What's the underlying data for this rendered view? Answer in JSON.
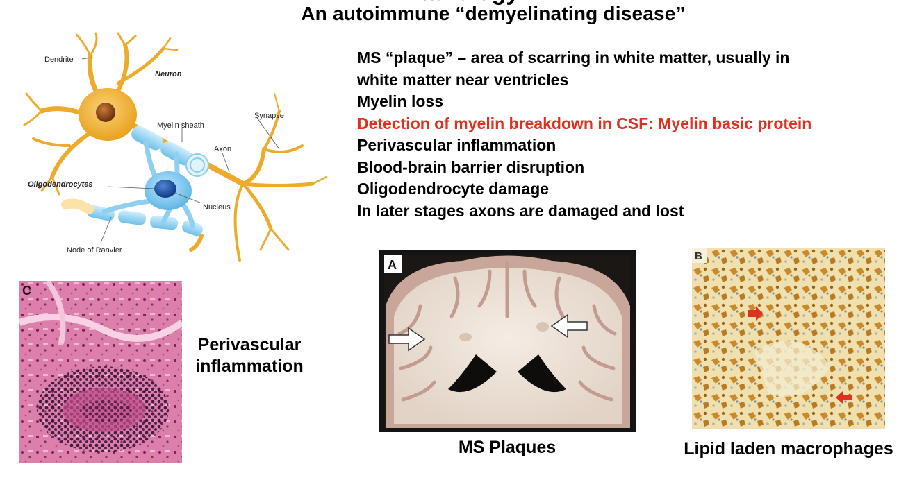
{
  "slide": {
    "title_partial": "Pathology",
    "subtitle": "An autoimmune “demyelinating disease”",
    "bullets": [
      {
        "text": "MS “plaque” – area of scarring in white matter, usually in\nwhite matter near ventricles",
        "highlight": false
      },
      {
        "text": "Myelin loss",
        "highlight": false
      },
      {
        "text": "Detection of myelin breakdown in CSF: Myelin basic protein",
        "highlight": true
      },
      {
        "text": "Perivascular inflammation",
        "highlight": false
      },
      {
        "text": "Blood-brain barrier disruption",
        "highlight": false
      },
      {
        "text": "Oligodendrocyte damage",
        "highlight": false
      },
      {
        "text": "In later stages axons are damaged and lost",
        "highlight": false
      }
    ],
    "highlight_color": "#e0301e"
  },
  "neuron_diagram": {
    "labels": {
      "dendrite": "Dendrite",
      "neuron": "Neuron",
      "myelin_sheath": "Myelin sheath",
      "synapse": "Synapse",
      "axon": "Axon",
      "oligodendrocytes": "Oligodendrocytes",
      "nucleus": "Nucleus",
      "node_of_ranvier": "Node of Ranvier"
    }
  },
  "panels": {
    "perivascular": {
      "caption_line1": "Perivascular",
      "caption_line2": "inflammation",
      "panel_letter": "C"
    },
    "plaques": {
      "caption": "MS Plaques",
      "panel_letter": "A"
    },
    "macrophages": {
      "caption": "Lipid laden macrophages",
      "panel_letter": "B"
    }
  }
}
